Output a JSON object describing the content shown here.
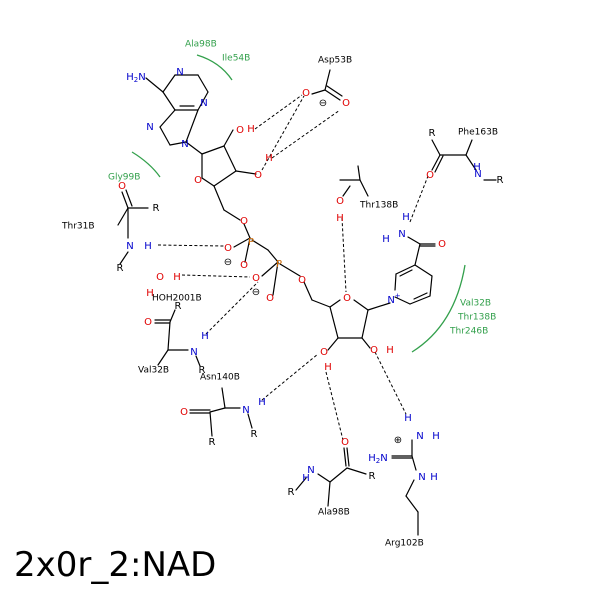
{
  "caption": "2x0r_2:NAD",
  "colors": {
    "carbon": "#000000",
    "oxygen": "#e00000",
    "nitrogen": "#0000cc",
    "phosphorus": "#cc6600",
    "hydrophobic": "#33a04c"
  },
  "residues": {
    "ala98_top": "Ala98B",
    "ile54": "Ile54B",
    "asp53": "Asp53B",
    "gly99": "Gly99B",
    "phe163": "Phe163B",
    "thr138_mid": "Thr138B",
    "thr31": "Thr31B",
    "hoh2001": "HOH2001B",
    "val32_left": "Val32B",
    "val32_right": "Val32B",
    "thr138_right": "Thr138B",
    "thr246": "Thr246B",
    "asn140": "Asn140B",
    "ala98_bottom": "Ala98B",
    "arg102": "Arg102B"
  }
}
